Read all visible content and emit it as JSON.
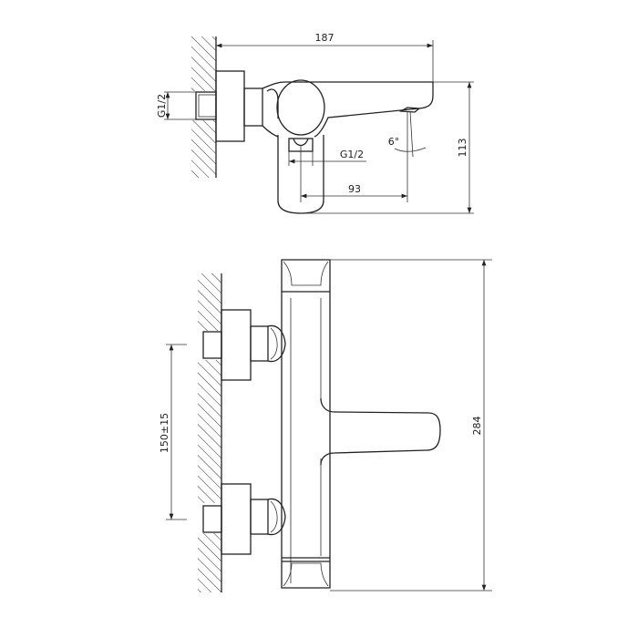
{
  "title": "Bath mixer technical drawing",
  "top_view": {
    "dim_length": "187",
    "dim_wall_thread": "G1/2",
    "dim_outlet_thread": "G1/2",
    "dim_angle": "6°",
    "dim_outlet_offset": "93",
    "dim_height": "113"
  },
  "front_view": {
    "dim_centers": "150±15",
    "dim_total_height": "284"
  },
  "colors": {
    "line": "#222222",
    "background": "#ffffff"
  }
}
